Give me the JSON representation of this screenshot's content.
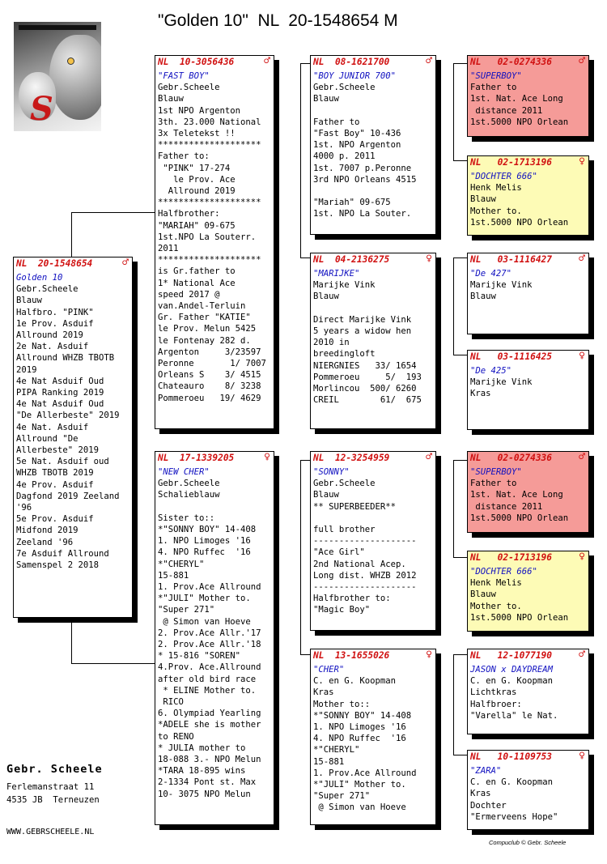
{
  "title": "\"Golden 10\"  NL  20-1548654 M",
  "colors": {
    "ring": "#d01010",
    "name": "#1010c0",
    "red_card": "#f59b98",
    "yellow_card": "#fdfbb6"
  },
  "subject": {
    "ring": "NL  20-1548654",
    "sex": "♂",
    "name": "Golden 10",
    "lines": [
      "Gebr.Scheele",
      "Blauw",
      "Halfbro. \"PINK\"",
      "1e Prov. Asduif",
      "Allround 2019",
      "2e Nat. Asduif",
      "Allround WHZB TBOTB",
      "2019",
      "4e Nat Asduif Oud",
      "PIPA Ranking 2019",
      "4e Nat Asduif Oud",
      "\"De Allerbeste\" 2019",
      "4e Nat. Asduif",
      "Allround \"De",
      "Allerbeste\" 2019",
      "5e Nat. Asduif oud",
      "WHZB TBOTB 2019",
      "4e Prov. Asduif",
      "Dagfond 2019 Zeeland",
      "'96",
      "5e Prov. Asduif",
      "Midfond 2019",
      "Zeeland '96",
      "7e Asduif Allround",
      "Samenspel 2 2018"
    ]
  },
  "father": {
    "ring": "NL  10-3056436",
    "sex": "♂",
    "name": "\"FAST BOY\"",
    "lines": [
      "Gebr.Scheele",
      "Blauw",
      "1st NPO Argenton",
      "3th. 23.000 National",
      "3x Teletekst !!",
      "********************",
      "Father to:",
      " \"PINK\" 17-274",
      "   le Prov. Ace",
      "  Allround 2019",
      "********************",
      "Halfbrother:",
      "\"MARIAH\" 09-675",
      "1st.NPO La Souterr.",
      "2011",
      "********************",
      "is Gr.father to",
      "1* National Ace",
      "speed 2017 @",
      "van.Andel-Terluin",
      "Gr. Father \"KATIE\"",
      "le Prov. Melun 5425",
      "le Fontenay 282 d.",
      "Argenton     3/23597",
      "Peronne       1/ 7007",
      "Orleans S    3/ 4515",
      "Chateauro    8/ 3238",
      "Pommeroeu   19/ 4629"
    ]
  },
  "mother": {
    "ring": "NL  17-1339205",
    "sex": "♀",
    "name": "\"NEW CHER\"",
    "lines": [
      "Gebr.Scheele",
      "Schalieblauw",
      "",
      "Sister to::",
      "*\"SONNY BOY\" 14-408",
      "1. NPO Limoges '16",
      "4. NPO Ruffec  '16",
      "*\"CHERYL\"",
      "15-881",
      "1. Prov.Ace Allround",
      "*\"JULI\" Mother to.",
      "\"Super 271\"",
      " @ Simon van Hoeve",
      "2. Prov.Ace Allr.'17",
      "2. Prov.Ace Allr.'18",
      "* 15-816 \"SOREN\"",
      "4.Prov. Ace.Allround",
      "after old bird race",
      " * ELINE Mother to.",
      " RICO",
      "6. Olympiad Yearling",
      "*ADELE she is mother",
      "to RENO",
      "* JULIA mother to",
      "18-088 3.- NPO Melun",
      "*TARA 18-895 wins",
      "2-1334 Pont st. Max",
      "10- 3075 NPO Melun"
    ]
  },
  "ff": {
    "ring": "NL  08-1621700",
    "sex": "♂",
    "name": "\"BOY JUNIOR 700\"",
    "lines": [
      "Gebr.Scheele",
      "Blauw",
      "",
      "Father to",
      "\"Fast Boy\" 10-436",
      "1st. NPO Argenton",
      "4000 p. 2011",
      "1st. 7007 p.Peronne",
      "3rd NPO Orleans 4515",
      "",
      "\"Mariah\" 09-675",
      "1st. NPO La Souter."
    ]
  },
  "fm": {
    "ring": "NL  04-2136275",
    "sex": "♀",
    "name": "\"MARIJKE\"",
    "lines": [
      "Marijke Vink",
      "Blauw",
      "",
      "Direct Marijke Vink",
      "5 years a widow hen",
      "2010 in",
      "breedingloft",
      "NIERGNIES   33/ 1654",
      "Pommeroeu     5/  193",
      "Morlincou  500/ 6260",
      "CREIL        61/  675"
    ]
  },
  "mf": {
    "ring": "NL  12-3254959",
    "sex": "♂",
    "name": "\"SONNY\"",
    "lines": [
      "Gebr.Scheele",
      "Blauw",
      "** SUPERBEEDER**",
      "",
      "full brother",
      "--------------------",
      "\"Ace Girl\"",
      "2nd National Acep.",
      "Long dist. WHZB 2012",
      "--------------------",
      "Halfbrother to:",
      "\"Magic Boy\""
    ]
  },
  "mm": {
    "ring": "NL  13-1655026",
    "sex": "♀",
    "name": "\"CHER\"",
    "lines": [
      "C. en G. Koopman",
      "Kras",
      "Mother to::",
      "*\"SONNY BOY\" 14-408",
      "1. NPO Limoges '16",
      "4. NPO Ruffec  '16",
      "*\"CHERYL\"",
      "15-881",
      "1. Prov.Ace Allround",
      "*\"JULI\" Mother to.",
      "\"Super 271\"",
      " @ Simon van Hoeve"
    ]
  },
  "fff": {
    "ring": "NL   02-0274336",
    "sex": "♂",
    "name": "\"SUPERBOY\"",
    "lines": [
      "Father to",
      "1st. Nat. Ace Long",
      " distance 2011",
      "1st.5000 NPO Orlean"
    ]
  },
  "ffm": {
    "ring": "NL   02-1713196",
    "sex": "♀",
    "name": "\"DOCHTER 666\"",
    "lines": [
      "Henk Melis",
      "Blauw",
      "Mother to.",
      "1st.5000 NPO Orlean"
    ]
  },
  "fmf": {
    "ring": "NL   03-1116427",
    "sex": "♂",
    "name": "\"De 427\"",
    "lines": [
      "Marijke Vink",
      "Blauw"
    ]
  },
  "fmm": {
    "ring": "NL   03-1116425",
    "sex": "♀",
    "name": "\"De 425\"",
    "lines": [
      "Marijke Vink",
      "Kras"
    ]
  },
  "mff": {
    "ring": "NL   02-0274336",
    "sex": "♂",
    "name": "\"SUPERBOY\"",
    "lines": [
      "Father to",
      "1st. Nat. Ace Long",
      " distance 2011",
      "1st.5000 NPO Orlean"
    ]
  },
  "mfm": {
    "ring": "NL   02-1713196",
    "sex": "♀",
    "name": "\"DOCHTER 666\"",
    "lines": [
      "Henk Melis",
      "Blauw",
      "Mother to.",
      "1st.5000 NPO Orlean"
    ]
  },
  "mmf": {
    "ring": "NL   12-1077190",
    "sex": "♂",
    "name": "JASON x DAYDREAM",
    "lines": [
      "C. en G. Koopman",
      "Lichtkras",
      "Halfbroer:",
      "\"Varella\" le Nat."
    ]
  },
  "mmm": {
    "ring": "NL   10-1109753",
    "sex": "♀",
    "name": "\"ZARA\"",
    "lines": [
      "C. en G. Koopman",
      "Kras",
      "Dochter",
      "\"Ermerveens Hope\""
    ]
  },
  "footer": {
    "name": "Gebr. Scheele",
    "street": "Ferlemanstraat 11",
    "city": "4535 JB  Terneuzen",
    "website": "WWW.GEBRSCHEELE.NL",
    "credit": "Compuclub © Gebr. Scheele"
  }
}
